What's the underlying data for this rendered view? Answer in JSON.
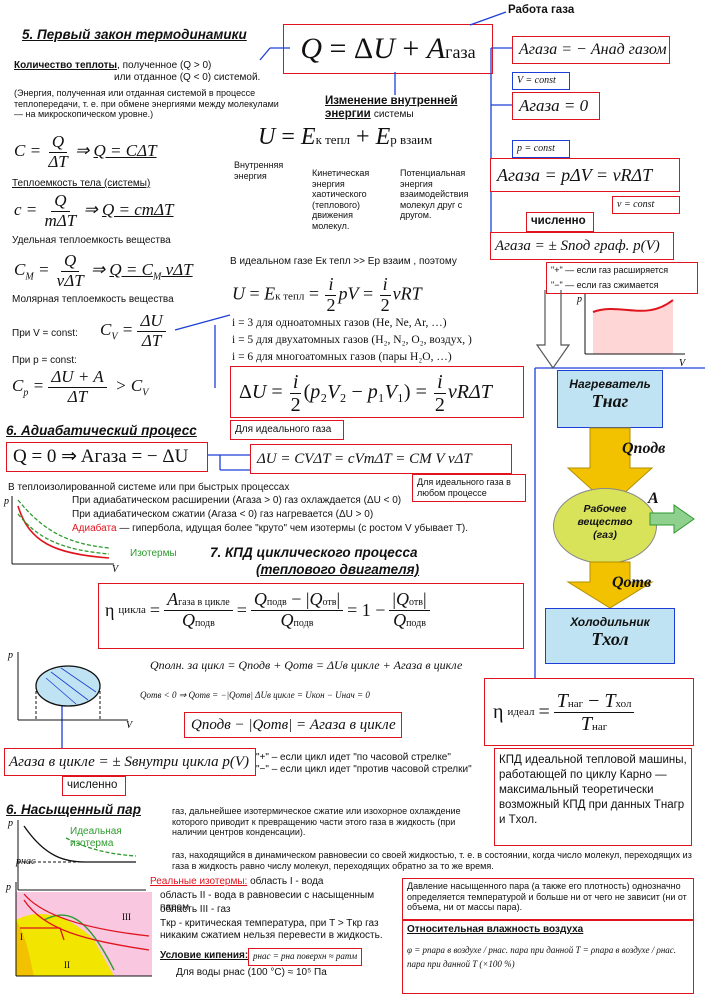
{
  "sec5": {
    "title": "5. Первый закон термодинамики",
    "main_formula": "Q = ΔU + Aгаза",
    "work_label": "Работа газа",
    "work_neg": "Aгаза = − Aнад газом",
    "heat_heading": "Количество теплоты",
    "heat_line1": ", полученное (Q > 0)",
    "heat_line2": "или  отданное (Q < 0) системой.",
    "heat_note": "(Энергия, полученная или отданная системой в процессе теплопередачи, т. е. при обмене энергиями между молекулами — на микроскопическом уровне.)",
    "internal_heading": "Изменение внутренней энергии",
    "internal_suffix": "системы",
    "internal_formula": "U = Eк тепл + Eр взаим",
    "internal_label": "Внутренняя энергия",
    "kinetic_label": "Кинетическая энергия хаотического (теплового) движения молекул.",
    "potential_label": "Потенциальная энергия взаимодействия молекул друг с другом.",
    "heat_capacity": "Теплоемкость тела (системы)",
    "specific_heat": "Удельная теплоемкость вещества",
    "molar_heat": "Молярная теплоемкость вещества",
    "f_C": "C = Q/ΔT ⇒ Q = CΔT",
    "f_c": "c = Q/(mΔT) ⇒ Q = cmΔT",
    "f_CM": "CM = Q/(νΔT) ⇒ Q = CM νΔT",
    "const_V": "При V = const:",
    "const_p": "При p = const:",
    "f_CV": "CV = ΔU/ΔT",
    "f_Cp": "Cp = (ΔU + A)/ΔT > CV",
    "ideal_line": "В идеальном газе Eк тепл >> Eр взаим , поэтому",
    "ideal_formula": "U = Eк тепл = (i/2)pV = (i/2)νRT",
    "i3": "i = 3 для одноатомных газов (He, Ne, Ar, …)",
    "i5": "i = 5 для двухатомных газов (H₂, N₂, O₂, воздух, )",
    "i6": "i = 6 для многоатомных газов (пары H₂O, …)",
    "dU_formula": "ΔU = (i/2)(p₂V₂ − p₁V₁) = (i/2)νRΔT",
    "dU_label": "Для идеального газа",
    "v_const": "V = const",
    "A_zero": "Aгаза = 0",
    "p_const": "p = const",
    "A_p": "Aгаза = pΔV = νRΔT",
    "nu_const": "ν = const",
    "numerically": "численно",
    "A_area": "Aгаза = ± Sпод граф. p(V)",
    "plus_note": "\"+\" — если газ расширяется",
    "minus_note": "\"−\" — если газ сжимается"
  },
  "sec6": {
    "title": "6. Адиабатический процесс",
    "formula": "Q = 0 ⇒ Aгаза = − ΔU",
    "dU_formula": "ΔU = CVΔT = cVmΔT = CM V νΔT",
    "dU_label": "Для идеального газа в любом процессе",
    "line1": "В теплоизолированной системе или при быстрых процессах",
    "line2": "При адиабатическом расширении (Aгаза > 0) газ охлаждается (ΔU < 0)",
    "line3": "При адиабатическом сжатии (Aгаза < 0) газ нагревается (ΔU > 0)",
    "adiabat": "Адиабата",
    "adiabat_text": "— гипербола, идущая более \"круто\" чем изотермы (с ростом V убывает T).",
    "isotherms": "Изотермы"
  },
  "sec7": {
    "title": "7. КПД циклического процесса",
    "subtitle": "(теплового двигателя)",
    "eff_formula": "ηцикла = Aгаза в цикле/Qподв = (Qподв − |Qотв|)/Qподв = 1 − |Qотв|/Qподв",
    "q_total": "Qполн. за цикл = Qподв + Qотв = ΔUв цикле + Aгаза в цикле",
    "q_small": "Qотв < 0 ⇒ Qотв = −|Qотв|     ΔUв цикле = Uкон − Uнач = 0",
    "q_box": "Qподв − |Qотв| = Aгаза в цикле",
    "A_cycle": "Aгаза в цикле = ± Sвнутри цикла p(V)",
    "numerically": "численно",
    "cw": "\"+\" – если цикл идет \"по часовой стрелке\"",
    "ccw": "\"−\" – если цикл идет \"против часовой стрелки\"",
    "ideal_eff": "ηидеал = (Tнаг − Tхол)/Tнаг",
    "carnot": "КПД идеальной тепловой машины, работающей по циклу Карно — максимальный теоретически возможный КПД при данных Tнагр и Tхол."
  },
  "engine": {
    "heater": "Нагреватель",
    "heater_T": "Tнаг",
    "q_in": "Qподв",
    "body": "Рабочее вещество (газ)",
    "work": "A",
    "q_out": "Qотв",
    "cooler": "Холодильник",
    "cooler_T": "Tхол"
  },
  "sec6b": {
    "title": "6. Насыщенный пар",
    "ideal_isotherm": "Идеальная изотерма",
    "p_sat": "pнас",
    "gas_text": "газ, дальнейшее изотермическое сжатие или изохорное охлаждение которого приводит к превращению части этого газа в жидкость (при наличии центров конденсации).",
    "vapor_text": "газ, находящийся в динамическом равновесии со своей жидкостью, т. е. в состоянии, когда число молекул, переходящих из газа в жидкость равно числу молекул, переходящих обратно за то же время.",
    "real_isotherms": "Реальные изотермы:",
    "region1": "область I - вода",
    "region2": "область II - вода в равновесии с насыщенным паром",
    "region3": "область III - газ",
    "t_crit": "Tкр - критическая температура, при T > Tкр газ никаким сжатием нельзя перевести в жидкость.",
    "boiling": "Условие кипения:",
    "boiling_formula": "pнас = pна поверхн ≈ pатм",
    "water": "Для воды pнас (100 °C) ≈ 10⁵ Па",
    "sat_pressure": "Давление насыщенного пара (а также его плотность) однозначно определяется температурой и больше ни от чего не зависит (ни от объема, ни от массы пара).",
    "humidity_title": "Относительная влажность воздуха",
    "humidity_formula": "φ = pпара в воздухе / pнас. пара при данной T = ρпара в воздухе / ρнас. пара при данной T (×100 %)"
  },
  "colors": {
    "red_box": "#e0141e",
    "blue_line": "#1d3fd6",
    "gold": "#f2c200",
    "green": "#2e9a2e"
  }
}
